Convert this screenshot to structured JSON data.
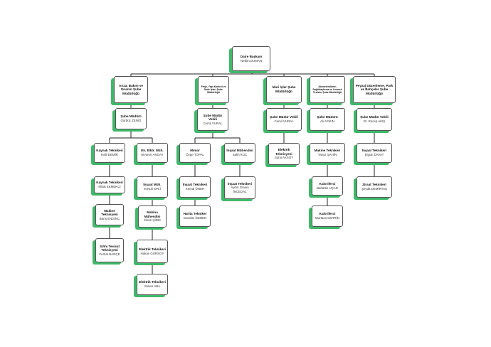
{
  "nodes": {
    "root": {
      "title": "Daire Başkanı",
      "name": "Nedim DUMAN"
    },
    "d1": {
      "title": "Arıza, Bakım ve Onarım Şube Müdürlüğü"
    },
    "d2": {
      "title": "Proje, Yapı Kontrol ve İhale İşleri Şube Müdürlüğü"
    },
    "d3": {
      "title": "İdari İşler Şube Müdürlüğü"
    },
    "d4": {
      "title": "Abonelendirme, Sağlıklaştırma ve Lisanslı Tesisler Şube Müdürlüğü"
    },
    "d5": {
      "title": "Peyzaj Düzenleme, Park ve Bahçeler Şube Müdürlüğü"
    },
    "m1": {
      "title": "Şube Müdürü",
      "name": "Gürbüz ZENGİ"
    },
    "m2": {
      "title": "Şube Müdür Vekili",
      "name": "Cemil VURAL"
    },
    "m3": {
      "title": "Şube Müdür Vekili",
      "name": "Cemil VURAL"
    },
    "m4": {
      "title": "Şube Müdürü",
      "name": "Ali AYIKIN"
    },
    "m5": {
      "title": "Şube Müdür Vekili",
      "name": "Dr. Recep AKIŞ"
    },
    "a1": {
      "title": "Kaynak Teknikeri",
      "name": "Halil DEMİR"
    },
    "a2": {
      "title": "Kaynak Teknikeri",
      "name": "Nihat EKMEKÇİ"
    },
    "a3": {
      "title": "Makine Teknisyeni",
      "name": "Barış ENGİNÇ"
    },
    "a4": {
      "title": "Sıhhi Tesisat Teknisyeni",
      "name": "Ferhat BARÇE"
    },
    "b1": {
      "title": "Ek. Elktr. Müh.",
      "name": "M.Nezir ANGAY"
    },
    "b2": {
      "title": "İnşaat Müh.",
      "name": "M.Nuri EPLİ"
    },
    "b3": {
      "title": "Makina Mühendisi",
      "name": "Sinan ÇİDİK"
    },
    "b4": {
      "title": "Elektrik Teknikeri",
      "name": "Hakan GÜRSOY"
    },
    "b5": {
      "title": "Elektrik Teknikeri",
      "name": "Selver ABA"
    },
    "c1": {
      "title": "Mimar",
      "name": "Özge TOPAL"
    },
    "c2": {
      "title": "İnşaat Teknikeri",
      "name": "Kemal ÖNER"
    },
    "c3": {
      "title": "Harita Tekniker",
      "name": "Gündüz ÖZMEN"
    },
    "e1": {
      "title": "İnşaat Mühendisi",
      "name": "Salih KOÇ"
    },
    "e2": {
      "title": "İnşaat Teknikeri",
      "name": "Aydın Güven İNCEDAL"
    },
    "f1": {
      "title": "Elektrik Teknisyeni",
      "name": "Suna AKSOY"
    },
    "g1": {
      "title": "Makine Teknikeri",
      "name": "Yavuz ŞAHİN"
    },
    "g2": {
      "title": "Kaloriferci",
      "name": "Bahattin UÇAR"
    },
    "g3": {
      "title": "Kaloriferci",
      "name": "Murtaza CERRİN"
    },
    "h1": {
      "title": "İnşaat Teknikeri",
      "name": "Ergün DAVAT"
    },
    "h2": {
      "title": "Ziraat Teknikeri",
      "name": "Şeyda DEMİRTAŞ"
    }
  },
  "colors": {
    "accent": "#3fb86a",
    "line": "#222222",
    "border": "#555555"
  }
}
